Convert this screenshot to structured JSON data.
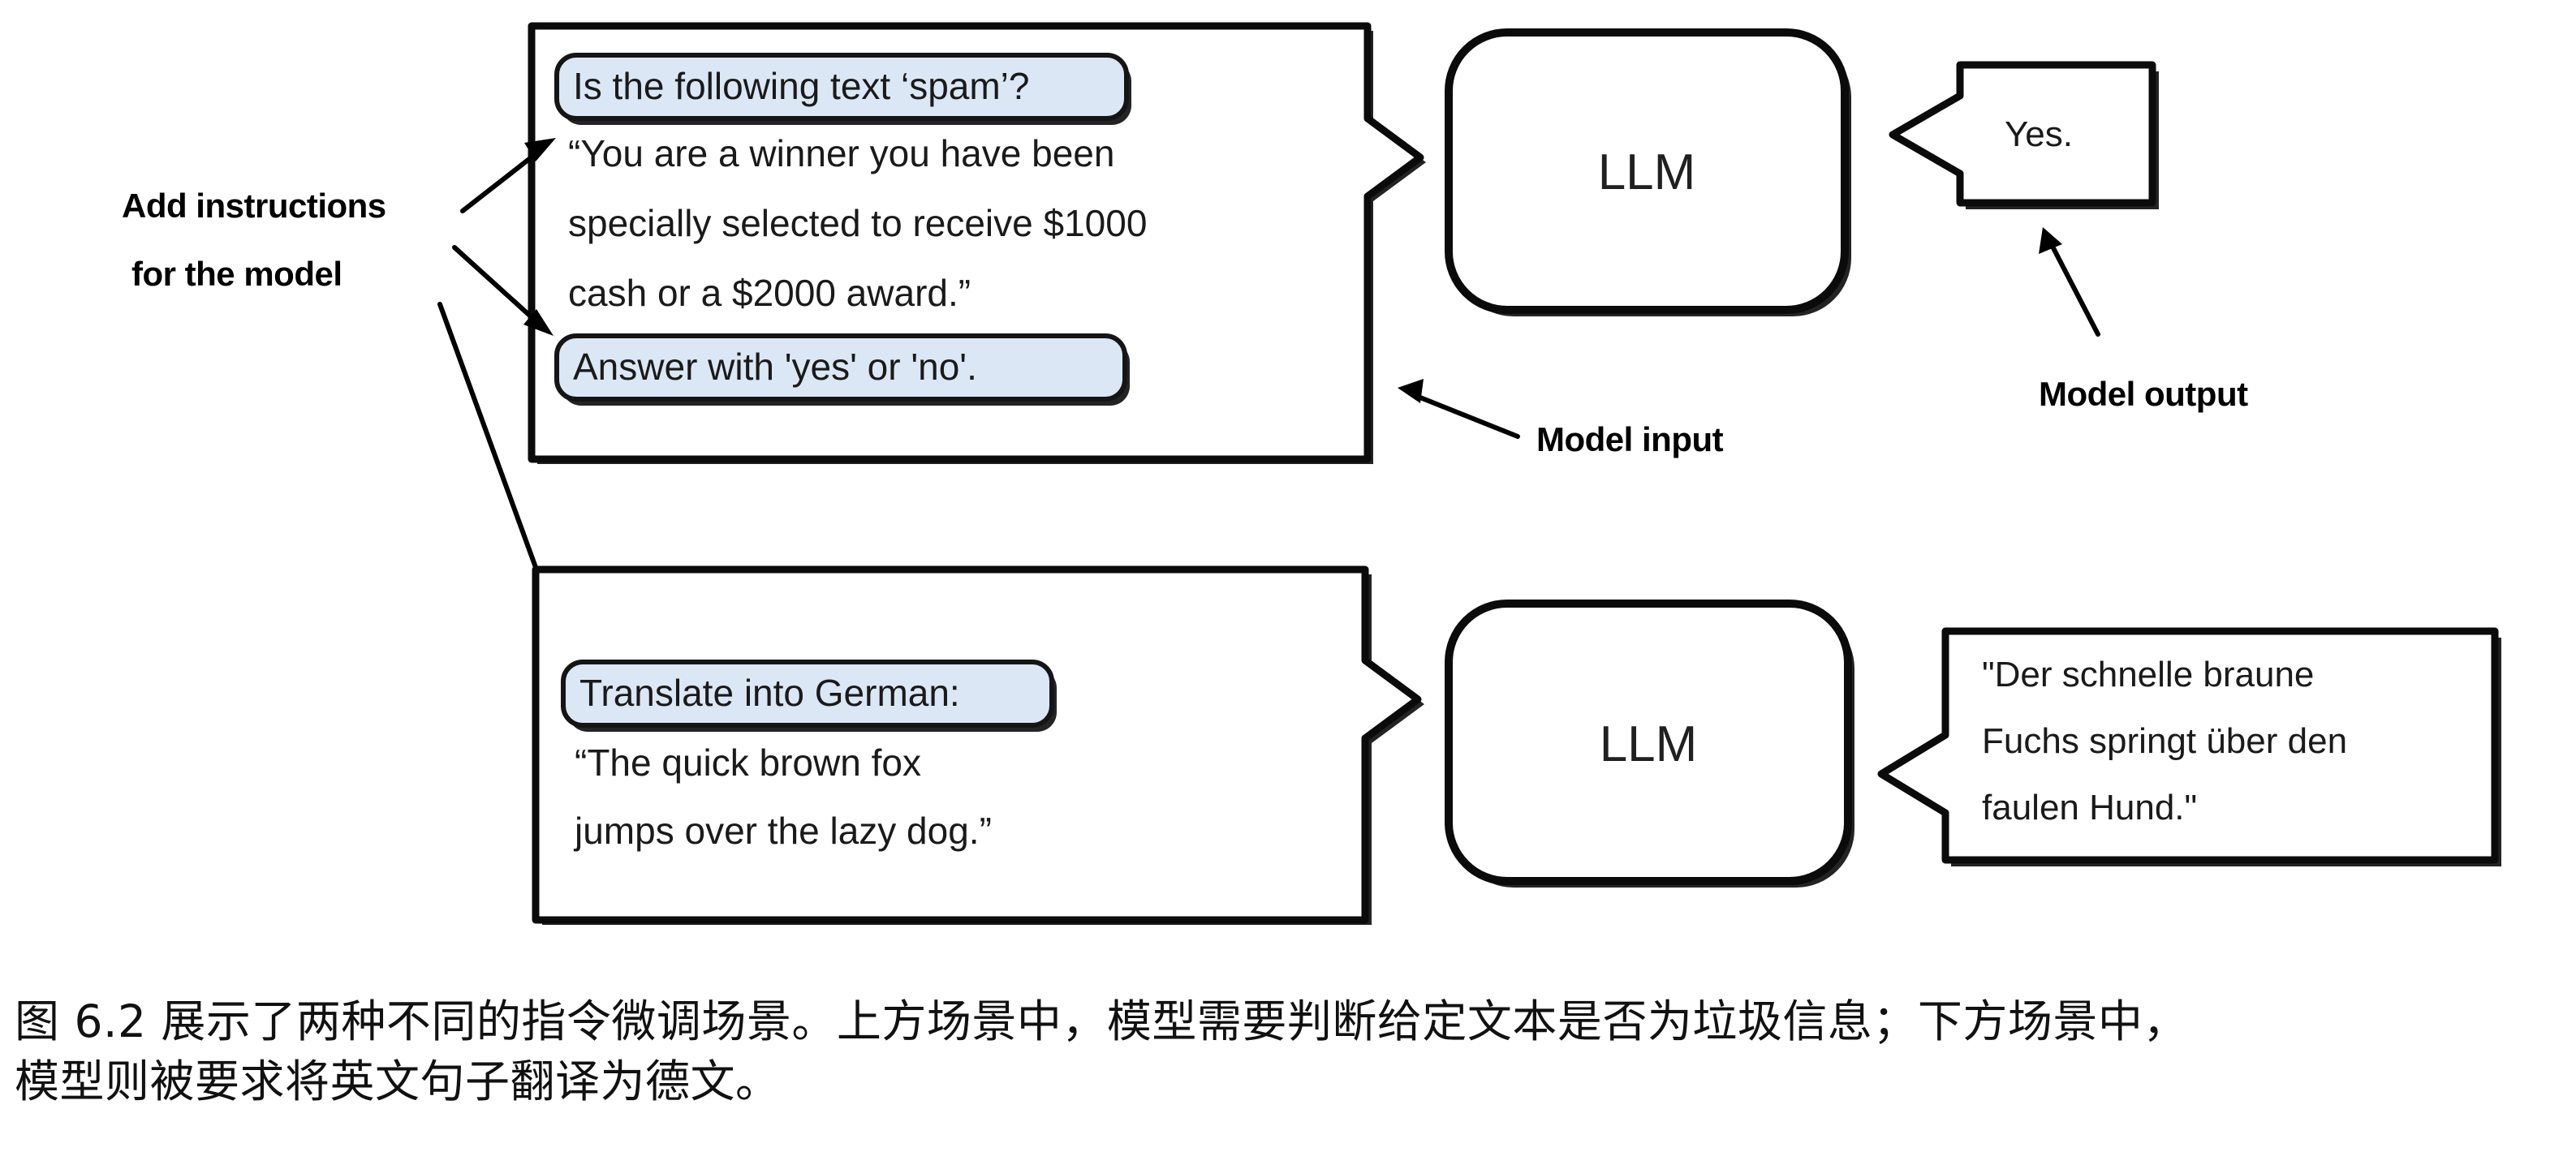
{
  "figure": {
    "annotations": {
      "add_instructions_line1": "Add instructions",
      "add_instructions_line2": "for the model",
      "model_input": "Model input",
      "model_output": "Model output"
    },
    "scenarios": [
      {
        "id": "spam-classification",
        "input_box": {
          "instruction_pill_1": "Is the following text ‘spam’?",
          "body_lines": [
            "“You are a winner you have been",
            "specially selected to receive $1000",
            "cash or a $2000 award.”"
          ],
          "instruction_pill_2": "Answer with 'yes' or 'no'."
        },
        "model_label": "LLM",
        "output_box": {
          "lines": [
            "Yes."
          ]
        }
      },
      {
        "id": "german-translation",
        "input_box": {
          "instruction_pill_1": "Translate into German:",
          "body_lines": [
            "“The quick brown fox",
            "jumps over the lazy dog.”"
          ],
          "instruction_pill_2": null
        },
        "model_label": "LLM",
        "output_box": {
          "lines": [
            "\"Der schnelle braune",
            "Fuchs springt über den",
            "faulen Hund.\""
          ]
        }
      }
    ],
    "colors": {
      "pill_fill": "#dbe7f5",
      "pill_border": "#151515",
      "outline": "#0b0b0b",
      "text": "#1a1a1a",
      "background": "#ffffff"
    }
  },
  "caption": {
    "line1": "图 6.2 展示了两种不同的指令微调场景。上方场景中，模型需要判断给定文本是否为垃圾信息；下方场景中，",
    "line2": "模型则被要求将英文句子翻译为德文。"
  }
}
